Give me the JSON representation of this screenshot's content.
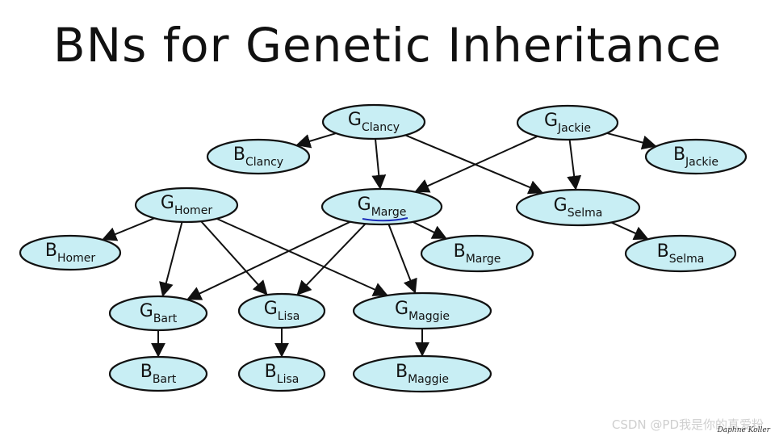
{
  "title": "BNs for Genetic Inheritance",
  "footer": {
    "watermark": "CSDN @PD我是你的真爱粉",
    "author": "Daphne Koller"
  },
  "colors": {
    "node_fill": "#c8eef4",
    "stroke": "#111111",
    "highlight": "#1a2bb8"
  },
  "nodes": [
    {
      "id": "G_Clancy",
      "main": "G",
      "sub": "Clancy"
    },
    {
      "id": "G_Jackie",
      "main": "G",
      "sub": "Jackie"
    },
    {
      "id": "B_Clancy",
      "main": "B",
      "sub": "Clancy"
    },
    {
      "id": "B_Jackie",
      "main": "B",
      "sub": "Jackie"
    },
    {
      "id": "G_Homer",
      "main": "G",
      "sub": "Homer"
    },
    {
      "id": "G_Marge",
      "main": "G",
      "sub": "Marge",
      "underlined": true
    },
    {
      "id": "G_Selma",
      "main": "G",
      "sub": "Selma"
    },
    {
      "id": "B_Homer",
      "main": "B",
      "sub": "Homer"
    },
    {
      "id": "B_Marge",
      "main": "B",
      "sub": "Marge"
    },
    {
      "id": "B_Selma",
      "main": "B",
      "sub": "Selma"
    },
    {
      "id": "G_Bart",
      "main": "G",
      "sub": "Bart"
    },
    {
      "id": "G_Lisa",
      "main": "G",
      "sub": "Lisa"
    },
    {
      "id": "G_Maggie",
      "main": "G",
      "sub": "Maggie"
    },
    {
      "id": "B_Bart",
      "main": "B",
      "sub": "Bart"
    },
    {
      "id": "B_Lisa",
      "main": "B",
      "sub": "Lisa"
    },
    {
      "id": "B_Maggie",
      "main": "B",
      "sub": "Maggie"
    }
  ],
  "edges": [
    [
      "G_Clancy",
      "B_Clancy"
    ],
    [
      "G_Clancy",
      "G_Marge"
    ],
    [
      "G_Clancy",
      "G_Selma"
    ],
    [
      "G_Jackie",
      "G_Marge"
    ],
    [
      "G_Jackie",
      "G_Selma"
    ],
    [
      "G_Jackie",
      "B_Jackie"
    ],
    [
      "G_Homer",
      "B_Homer"
    ],
    [
      "G_Homer",
      "G_Bart"
    ],
    [
      "G_Homer",
      "G_Lisa"
    ],
    [
      "G_Homer",
      "G_Maggie"
    ],
    [
      "G_Marge",
      "B_Marge"
    ],
    [
      "G_Marge",
      "G_Bart"
    ],
    [
      "G_Marge",
      "G_Lisa"
    ],
    [
      "G_Marge",
      "G_Maggie"
    ],
    [
      "G_Selma",
      "B_Selma"
    ],
    [
      "G_Bart",
      "B_Bart"
    ],
    [
      "G_Lisa",
      "B_Lisa"
    ],
    [
      "G_Maggie",
      "B_Maggie"
    ]
  ]
}
